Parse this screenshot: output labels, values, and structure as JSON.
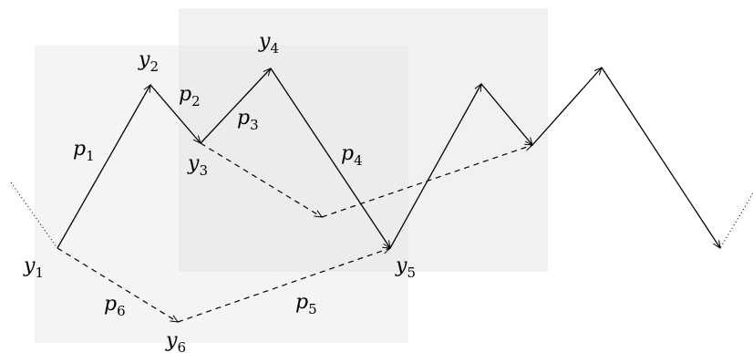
{
  "labels": {
    "y1": {
      "base": "y",
      "sub": "1"
    },
    "y2": {
      "base": "y",
      "sub": "2"
    },
    "y3": {
      "base": "y",
      "sub": "3"
    },
    "y4": {
      "base": "y",
      "sub": "4"
    },
    "y5": {
      "base": "y",
      "sub": "5"
    },
    "y6": {
      "base": "y",
      "sub": "6"
    },
    "p1": {
      "base": "p",
      "sub": "1"
    },
    "p2": {
      "base": "p",
      "sub": "2"
    },
    "p3": {
      "base": "p",
      "sub": "3"
    },
    "p4": {
      "base": "p",
      "sub": "4"
    },
    "p5": {
      "base": "p",
      "sub": "5"
    },
    "p6": {
      "base": "p",
      "sub": "6"
    }
  },
  "colors": {
    "box_light": "#f4f4f4",
    "box_dark": "#e6e6e6",
    "stroke": "#000000"
  }
}
